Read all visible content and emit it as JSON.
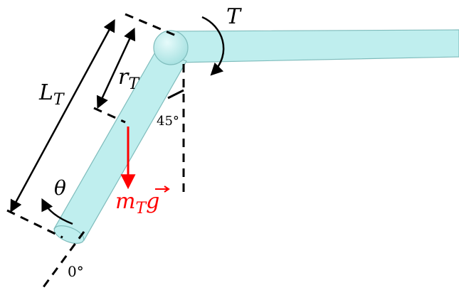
{
  "labels": {
    "link_length": "L",
    "link_length_sub": "T",
    "com_distance": "r",
    "com_distance_sub": "T",
    "torque": "T",
    "angle_symbol": "θ",
    "gravity_mass": "m",
    "gravity_mass_sub": "T",
    "gravity_vector": "g",
    "angle_45": "45°",
    "angle_zero": "0°"
  },
  "colors": {
    "link_fill": "#bfeeee",
    "link_stroke": "#7fbcbc",
    "gravity": "#ff0000",
    "ink": "#000000"
  },
  "icons": {
    "joint": "sphere-joint-icon",
    "torque": "curved-arrow-icon",
    "rotation": "curved-arrow-icon",
    "gravity": "down-arrow-icon"
  }
}
